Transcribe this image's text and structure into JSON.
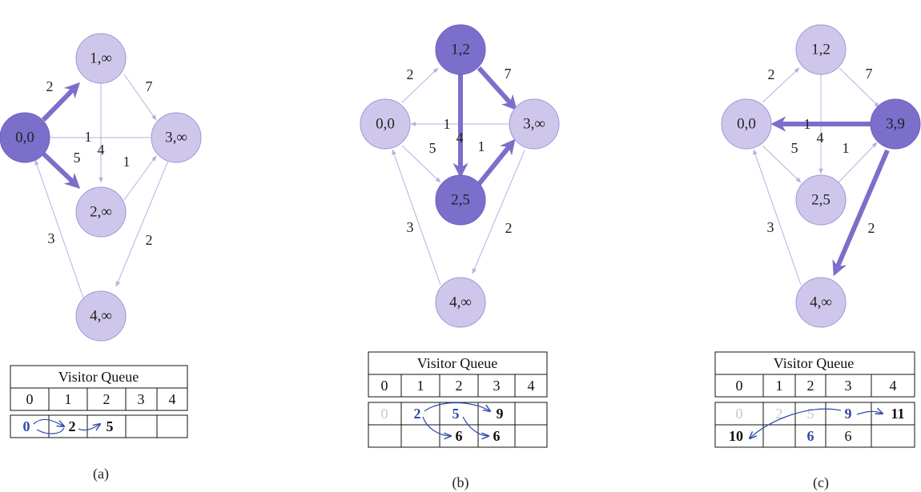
{
  "panels": [
    {
      "caption": "(a)",
      "nodes": [
        "1,∞",
        "0,0",
        "3,∞",
        "2,∞",
        "4,∞"
      ],
      "weights": [
        "2",
        "7",
        "1",
        "4",
        "5",
        "1",
        "3",
        "2"
      ],
      "queue": {
        "title": "Visitor Queue",
        "headers": [
          "0",
          "1",
          "2",
          "3",
          "4"
        ],
        "row1": [
          "0",
          "2",
          "5",
          "",
          ""
        ]
      }
    },
    {
      "caption": "(b)",
      "nodes": [
        "1,2",
        "0,0",
        "3,∞",
        "2,5",
        "4,∞"
      ],
      "weights": [
        "2",
        "7",
        "1",
        "4",
        "5",
        "1",
        "3",
        "2"
      ],
      "queue": {
        "title": "Visitor Queue",
        "headers": [
          "0",
          "1",
          "2",
          "3",
          "4"
        ],
        "row1": [
          "0",
          "2",
          "5",
          "9",
          ""
        ],
        "row2": [
          "",
          "",
          "6",
          "6",
          ""
        ]
      }
    },
    {
      "caption": "(c)",
      "nodes": [
        "1,2",
        "0,0",
        "3,9",
        "2,5",
        "4,∞"
      ],
      "weights": [
        "2",
        "7",
        "1",
        "4",
        "5",
        "1",
        "3",
        "2"
      ],
      "queue": {
        "title": "Visitor Queue",
        "headers": [
          "0",
          "1",
          "2",
          "3",
          "4"
        ],
        "row1": [
          "0",
          "2",
          "5",
          "9",
          "11"
        ],
        "row2": [
          "10",
          "",
          "6",
          "6",
          ""
        ]
      }
    }
  ],
  "colors": {
    "node_light": "#cfc7eb",
    "node_dark": "#7b6fcb",
    "thin_edge": "#b7b0e0",
    "queue_blue": "#2f4aa8"
  }
}
